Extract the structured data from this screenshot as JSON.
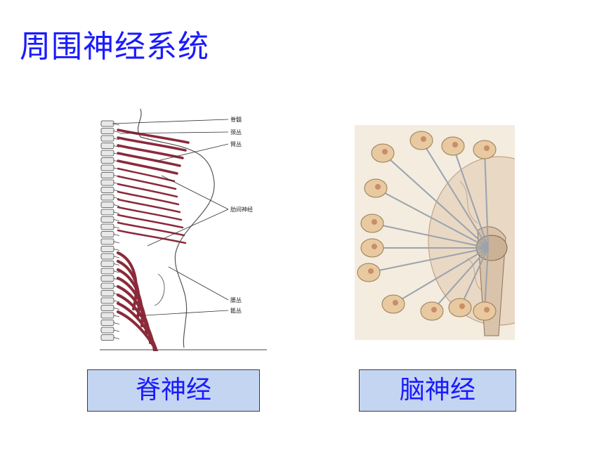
{
  "slide": {
    "title": "周围神经系统"
  },
  "spinal_figure": {
    "labels": [
      "脊髓",
      "颈丛",
      "臂丛",
      "肋间神经",
      "腰丛",
      "骶丛"
    ]
  },
  "cranial_figure": {},
  "captions": {
    "spinal": "脊神经",
    "cranial": "脑神经"
  },
  "colors": {
    "title": "#1a1aff",
    "caption_box_fill": "#c4d5f1",
    "nerve": "#8b2a3a"
  }
}
